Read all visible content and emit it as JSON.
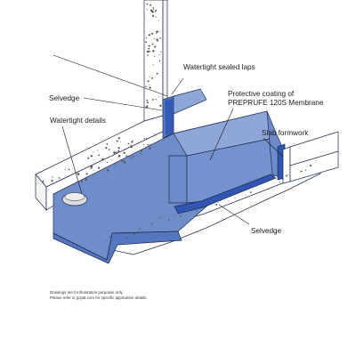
{
  "labels": {
    "watertight_sealed_laps": "Watertight sealed laps",
    "selvedge_top": "Selvedge",
    "protective_coating_line1": "Protective coating of",
    "protective_coating_line2": "PREPRUFE 120S Membrane",
    "watertight_details": "Watertight details",
    "slab_formwork": "Slab formwork",
    "selvedge_bottom": "Selvedge"
  },
  "disclaimer": {
    "line1": "Drawings are for illustration purposes only.",
    "line2": "Please refer to gcpat.com for specific application details."
  },
  "colors": {
    "membrane": "#6f8dc9",
    "membrane_light": "#8ea7d8",
    "membrane_dark": "#4d6db4",
    "selvedge_strip": "#2f55b5",
    "concrete": "#ffffff",
    "aggregate": "#555555",
    "outline": "#1d2b4a"
  }
}
